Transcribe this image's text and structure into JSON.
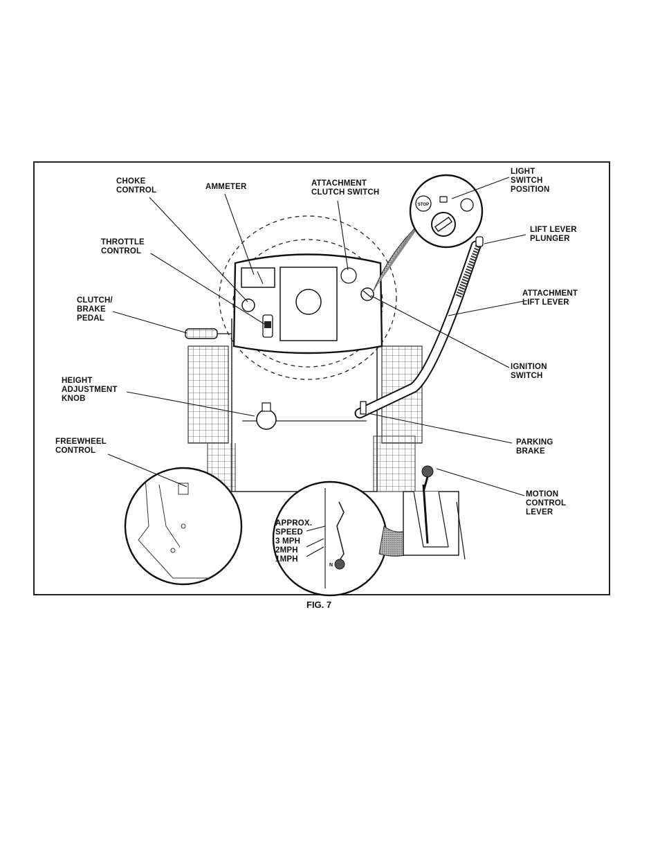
{
  "figure": {
    "caption": "FIG. 7",
    "labels": {
      "choke": "CHOKE\nCONTROL",
      "ammeter": "AMMETER",
      "attachment_clutch_switch": "ATTACHMENT\nCLUTCH SWITCH",
      "light_switch_position": "LIGHT\nSWITCH\nPOSITION",
      "lift_lever_plunger": "LIFT LEVER\nPLUNGER",
      "attachment_lift_lever": "ATTACHMENT\nLIFT LEVER",
      "throttle": "THROTTLE\nCONTROL",
      "clutch_brake_pedal": "CLUTCH/\nBRAKE\nPEDAL",
      "ignition_switch": "IGNITION\nSWITCH",
      "height_adjustment_knob": "HEIGHT\nADJUSTMENT\nKNOB",
      "parking_brake": "PARKING\nBRAKE",
      "freewheel_control": "FREEWHEEL\nCONTROL",
      "motion_control_lever": "MOTION\nCONTROL\nLEVER",
      "approx_speed": "APPROX.\nSPEED\n3 MPH\n2MPH\n1MPH"
    },
    "inset_text": {
      "stop": "STOP",
      "neutral": "N"
    }
  }
}
